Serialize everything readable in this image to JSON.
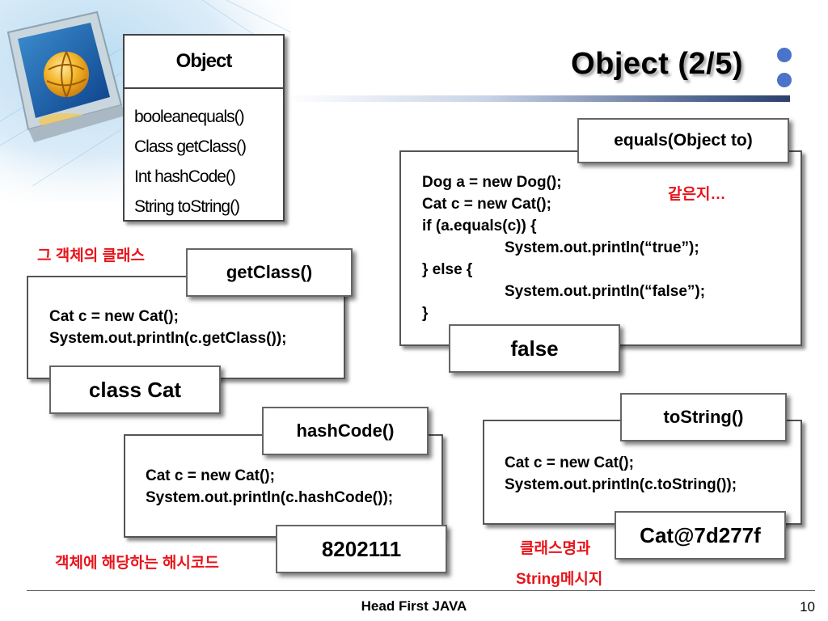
{
  "slide": {
    "title": "Object (2/5)",
    "footer": "Head First JAVA",
    "page_number": "10",
    "accent_color": "#4a73c9",
    "decoration_icon": "monitor-globe-illustration"
  },
  "object_class": {
    "name": "Object",
    "methods": [
      "booleanequals()",
      "Class getClass()",
      "Int hashCode()",
      "String toString()"
    ]
  },
  "get_class": {
    "label": "getClass()",
    "note": "그 객체의 클래스",
    "code": [
      "Cat c = new Cat();",
      "System.out.println(c.getClass());"
    ],
    "result": "class Cat"
  },
  "equals": {
    "label": "equals(Object to)",
    "note": "같은지…",
    "code": [
      "Dog a = new Dog();",
      "Cat c = new Cat();",
      "if (a.equals(c)) {",
      "System.out.println(“true”);",
      "} else {",
      "System.out.println(“false”);",
      "}"
    ],
    "result": "false"
  },
  "hash_code": {
    "label": "hashCode()",
    "note": "객체에 해당하는 해시코드",
    "code": [
      "Cat c = new Cat();",
      "System.out.println(c.hashCode());"
    ],
    "result": "8202111"
  },
  "to_string": {
    "label": "toString()",
    "note_line1": "클래스명과",
    "note_line2": "String메시지",
    "code": [
      "Cat c = new Cat();",
      "System.out.println(c.toString());"
    ],
    "result": "Cat@7d277f"
  }
}
